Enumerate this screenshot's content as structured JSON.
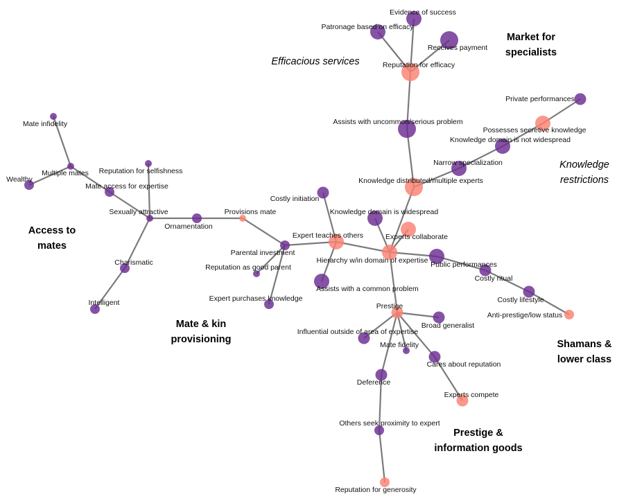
{
  "colors": {
    "purple": "#6a2c91",
    "salmon": "#fa8072",
    "edge": "#7a7a7a"
  },
  "nodes": [
    {
      "id": "evidence_success",
      "label": "Evidence of success",
      "color": "purple",
      "size": "m"
    },
    {
      "id": "patronage",
      "label": "Patronage based on efficacy",
      "color": "purple",
      "size": "m"
    },
    {
      "id": "receives_payment",
      "label": "Receives payment",
      "color": "purple",
      "size": "l"
    },
    {
      "id": "rep_efficacy",
      "label": "Reputation for efficacy",
      "color": "salmon",
      "size": "l"
    },
    {
      "id": "uncommon_problem",
      "label": "Assists with uncommon/serious problem",
      "color": "purple",
      "size": "l"
    },
    {
      "id": "private_perf",
      "label": "Private performances",
      "color": "purple",
      "size": "s"
    },
    {
      "id": "secretive",
      "label": "Possesses secretive knowledge",
      "color": "salmon",
      "size": "m"
    },
    {
      "id": "not_widespread",
      "label": "Knowledge domain is not widespread",
      "color": "purple",
      "size": "m"
    },
    {
      "id": "narrow_spec",
      "label": "Narrow specialization",
      "color": "purple",
      "size": "m"
    },
    {
      "id": "distributed",
      "label": "Knowledge distributed/multiple experts",
      "color": "salmon",
      "size": "l"
    },
    {
      "id": "widespread",
      "label": "Knowledge domain is widespread",
      "color": "purple",
      "size": "m"
    },
    {
      "id": "collaborate",
      "label": "Experts collaborate",
      "color": "salmon",
      "size": "m"
    },
    {
      "id": "hierarchy",
      "label": "Hierarchy w/in domain of expertise",
      "color": "salmon",
      "size": "m"
    },
    {
      "id": "public_perf",
      "label": "Public performances",
      "color": "purple",
      "size": "m"
    },
    {
      "id": "costly_ritual",
      "label": "Costly ritual",
      "color": "purple",
      "size": "s"
    },
    {
      "id": "costly_life",
      "label": "Costly lifestyle",
      "color": "purple",
      "size": "s"
    },
    {
      "id": "anti_prestige",
      "label": "Anti-prestige/low status",
      "color": "salmon",
      "size": "xs"
    },
    {
      "id": "costly_init",
      "label": "Costly initiation",
      "color": "purple",
      "size": "s"
    },
    {
      "id": "teaches",
      "label": "Expert teaches others",
      "color": "salmon",
      "size": "m"
    },
    {
      "id": "common_problem",
      "label": "Assists with a common problem",
      "color": "purple",
      "size": "m"
    },
    {
      "id": "prestige",
      "label": "Prestige",
      "color": "salmon",
      "size": "s"
    },
    {
      "id": "broad_gen",
      "label": "Broad generalist",
      "color": "purple",
      "size": "s"
    },
    {
      "id": "influential",
      "label": "Influential outside of area of expertise",
      "color": "purple",
      "size": "s"
    },
    {
      "id": "mate_fidelity",
      "label": "Mate fidelity",
      "color": "purple",
      "size": "xxs"
    },
    {
      "id": "cares_rep",
      "label": "Cares about reputation",
      "color": "purple",
      "size": "s"
    },
    {
      "id": "deference",
      "label": "Deference",
      "color": "purple",
      "size": "s"
    },
    {
      "id": "compete",
      "label": "Experts compete",
      "color": "salmon",
      "size": "s"
    },
    {
      "id": "proximity",
      "label": "Others seek proximity to expert",
      "color": "purple",
      "size": "xs"
    },
    {
      "id": "rep_generosity",
      "label": "Reputation for generosity",
      "color": "salmon",
      "size": "xs"
    },
    {
      "id": "parental_inv",
      "label": "Parental investment",
      "color": "purple",
      "size": "xs"
    },
    {
      "id": "rep_good_parent",
      "label": "Reputation as good parent",
      "color": "purple",
      "size": "xxs"
    },
    {
      "id": "purchases",
      "label": "Expert purchases knowledge",
      "color": "purple",
      "size": "xs"
    },
    {
      "id": "provisions_mate",
      "label": "Provisions mate",
      "color": "salmon",
      "size": "xxs"
    },
    {
      "id": "ornamentation",
      "label": "Ornamentation",
      "color": "purple",
      "size": "xs"
    },
    {
      "id": "sexually_attr",
      "label": "Sexually attractive",
      "color": "purple",
      "size": "xxs"
    },
    {
      "id": "charismatic",
      "label": "Charismatic",
      "color": "purple",
      "size": "xs"
    },
    {
      "id": "intelligent",
      "label": "Intelligent",
      "color": "purple",
      "size": "xs"
    },
    {
      "id": "mate_access",
      "label": "Mate access for expertise",
      "color": "purple",
      "size": "xs"
    },
    {
      "id": "rep_selfish",
      "label": "Reputation for selfishness",
      "color": "purple",
      "size": "xxs"
    },
    {
      "id": "multiple_mates",
      "label": "Multiple mates",
      "color": "purple",
      "size": "xxs"
    },
    {
      "id": "mate_infidelity",
      "label": "Mate infidelity",
      "color": "purple",
      "size": "xxs"
    },
    {
      "id": "wealthy",
      "label": "Wealthy",
      "color": "purple",
      "size": "xs"
    }
  ],
  "edges": [
    [
      "evidence_success",
      "rep_efficacy"
    ],
    [
      "patronage",
      "rep_efficacy"
    ],
    [
      "receives_payment",
      "rep_efficacy"
    ],
    [
      "rep_efficacy",
      "uncommon_problem"
    ],
    [
      "uncommon_problem",
      "distributed"
    ],
    [
      "private_perf",
      "secretive"
    ],
    [
      "secretive",
      "not_widespread"
    ],
    [
      "not_widespread",
      "narrow_spec"
    ],
    [
      "narrow_spec",
      "distributed"
    ],
    [
      "distributed",
      "hierarchy"
    ],
    [
      "widespread",
      "hierarchy"
    ],
    [
      "collaborate",
      "hierarchy"
    ],
    [
      "hierarchy",
      "public_perf"
    ],
    [
      "public_perf",
      "costly_ritual"
    ],
    [
      "costly_ritual",
      "costly_life"
    ],
    [
      "costly_life",
      "anti_prestige"
    ],
    [
      "hierarchy",
      "teaches"
    ],
    [
      "hierarchy",
      "prestige"
    ],
    [
      "teaches",
      "costly_init"
    ],
    [
      "teaches",
      "common_problem"
    ],
    [
      "teaches",
      "parental_inv"
    ],
    [
      "prestige",
      "broad_gen"
    ],
    [
      "prestige",
      "influential"
    ],
    [
      "prestige",
      "mate_fidelity"
    ],
    [
      "prestige",
      "cares_rep"
    ],
    [
      "prestige",
      "deference"
    ],
    [
      "cares_rep",
      "compete"
    ],
    [
      "deference",
      "proximity"
    ],
    [
      "proximity",
      "rep_generosity"
    ],
    [
      "parental_inv",
      "rep_good_parent"
    ],
    [
      "parental_inv",
      "purchases"
    ],
    [
      "parental_inv",
      "provisions_mate"
    ],
    [
      "provisions_mate",
      "ornamentation"
    ],
    [
      "ornamentation",
      "sexually_attr"
    ],
    [
      "sexually_attr",
      "charismatic"
    ],
    [
      "charismatic",
      "intelligent"
    ],
    [
      "sexually_attr",
      "mate_access"
    ],
    [
      "sexually_attr",
      "rep_selfish"
    ],
    [
      "mate_access",
      "multiple_mates"
    ],
    [
      "multiple_mates",
      "mate_infidelity"
    ],
    [
      "multiple_mates",
      "wealthy"
    ]
  ],
  "clusters": [
    {
      "id": "market",
      "lines": [
        "Market for",
        "specialists"
      ],
      "italic": false
    },
    {
      "id": "efficacious",
      "lines": [
        "Efficacious services"
      ],
      "italic": true
    },
    {
      "id": "knowledge_restr",
      "lines": [
        "Knowledge",
        "restrictions"
      ],
      "italic": true
    },
    {
      "id": "access_mates",
      "lines": [
        "Access to",
        "mates"
      ],
      "italic": false
    },
    {
      "id": "mate_kin",
      "lines": [
        "Mate & kin",
        "provisioning"
      ],
      "italic": false
    },
    {
      "id": "shamans",
      "lines": [
        "Shamans &",
        "lower class"
      ],
      "italic": false
    },
    {
      "id": "prestige_info",
      "lines": [
        "Prestige &",
        "information goods"
      ],
      "italic": false
    }
  ]
}
